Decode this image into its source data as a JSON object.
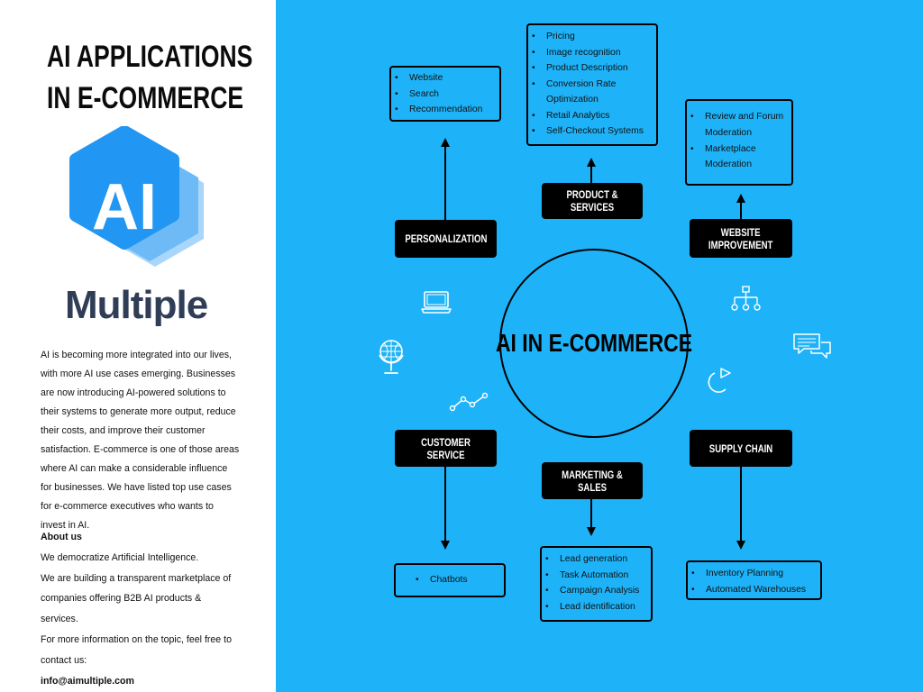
{
  "title_lines": [
    "AI APPLICATIONS",
    "IN E-COMMERCE"
  ],
  "logo": {
    "hex_text": "AI",
    "brand": "Multiple",
    "hex_color": "#2196f3"
  },
  "intro": "AI is becoming more integrated into our lives, with more AI use cases emerging. Businesses are now introducing AI-powered solutions to their systems to generate more output, reduce their costs, and improve their customer satisfaction. E-commerce is one of those areas where AI can make a considerable influence for businesses. We have listed top use cases for e-commerce executives who wants to invest in AI.",
  "about": {
    "heading": "About us",
    "line1": "We democratize Artificial Intelligence.",
    "line2": "We are building a transparent marketplace of companies offering B2B AI products & services.",
    "line3": "For more information on the topic, feel free to contact us:",
    "email": "info@aimultiple.com"
  },
  "colors": {
    "background_right": "#1eb3f8",
    "pill": "#000000",
    "text_dark": "#0b0b0b"
  },
  "diagram": {
    "center": "AI IN E-COMMERCE",
    "nodes": {
      "personalization": {
        "label": "PERSONALIZATION",
        "items": [
          "Website",
          "Search",
          "Recommendation"
        ]
      },
      "product_services": {
        "label": "PRODUCT & SERVICES",
        "items": [
          "Pricing",
          "Image recognition",
          "Product Description",
          "Conversion Rate Optimization",
          "Retail Analytics",
          "Self-Checkout Systems"
        ]
      },
      "website_improvement": {
        "label": "WEBSITE IMPROVEMENT",
        "items": [
          "Review and Forum Moderation",
          "Marketplace Moderation"
        ]
      },
      "customer_service": {
        "label": "CUSTOMER SERVICE",
        "items": [
          "Chatbots"
        ]
      },
      "marketing_sales": {
        "label": "MARKETING & SALES",
        "items": [
          "Lead generation",
          "Task Automation",
          "Campaign Analysis",
          "Lead identification"
        ]
      },
      "supply_chain": {
        "label": "SUPPLY CHAIN",
        "items": [
          "Inventory Planning",
          "Automated Warehouses"
        ]
      }
    },
    "icons": [
      "laptop-icon",
      "globe-icon",
      "line-chart-icon",
      "org-chart-icon",
      "chat-bubbles-icon",
      "refresh-arrow-icon"
    ]
  }
}
